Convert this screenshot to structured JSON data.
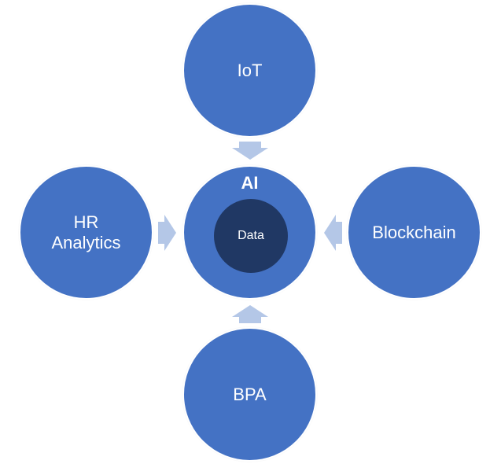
{
  "diagram": {
    "nodes": {
      "top": {
        "label": "IoT"
      },
      "left": {
        "label": "HR\nAnalytics"
      },
      "right": {
        "label": "Blockchain"
      },
      "bottom": {
        "label": "BPA"
      },
      "center": {
        "label": "AI"
      },
      "core": {
        "label": "Data"
      }
    },
    "colors": {
      "node_fill": "#4472C4",
      "core_fill": "#203864",
      "arrow_fill": "#B4C7E7",
      "label_text": "#FFFFFF"
    }
  }
}
